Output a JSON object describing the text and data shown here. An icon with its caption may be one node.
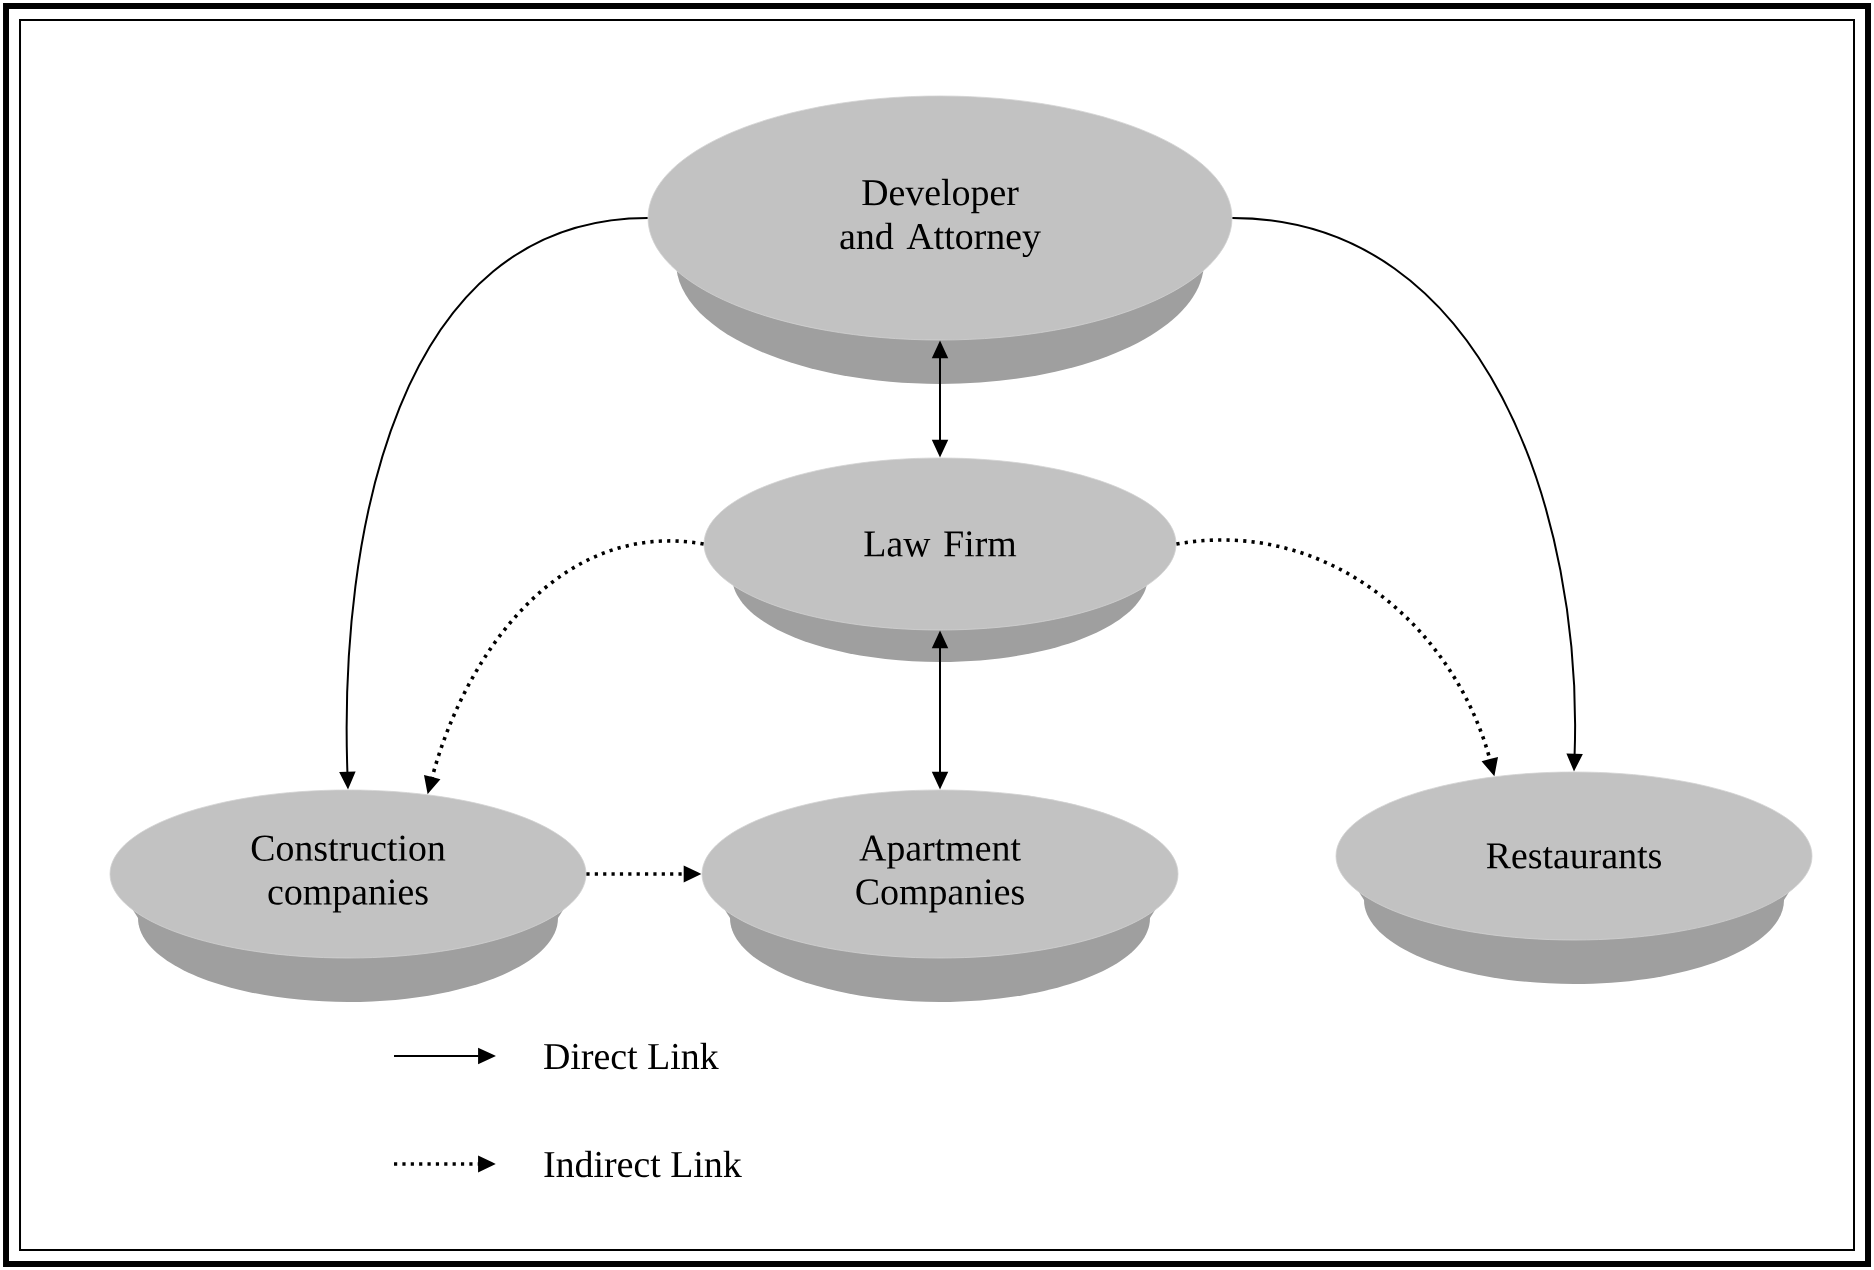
{
  "diagram": {
    "nodes": [
      {
        "text": [
          "Developer and Attorney"
        ]
      },
      {
        "text": [
          "Law Firm"
        ]
      },
      {
        "text": [
          "Construction companies"
        ]
      },
      {
        "text": [
          "Apartment Companies"
        ]
      },
      {
        "text": [
          "Restaurants"
        ]
      }
    ],
    "edges": [
      {
        "from": 0,
        "to": 2,
        "arrow": "to"
      },
      {
        "from": 0,
        "to": 4,
        "arrow": "to"
      },
      {
        "from": 0,
        "to": 1,
        "arrow": "both"
      },
      {
        "from": 1,
        "to": 2,
        "arrow": "to",
        "style": "dashed"
      },
      {
        "from": 1,
        "to": 4,
        "arrow": "to",
        "style": "dashed"
      },
      {
        "from": 1,
        "to": 3,
        "arrow": "both"
      },
      {
        "from": 2,
        "to": 3,
        "arrow": "to",
        "style": "dashed"
      }
    ],
    "legend": [
      {
        "text": "Direct Link"
      },
      {
        "text": "Indirect Link"
      }
    ]
  }
}
